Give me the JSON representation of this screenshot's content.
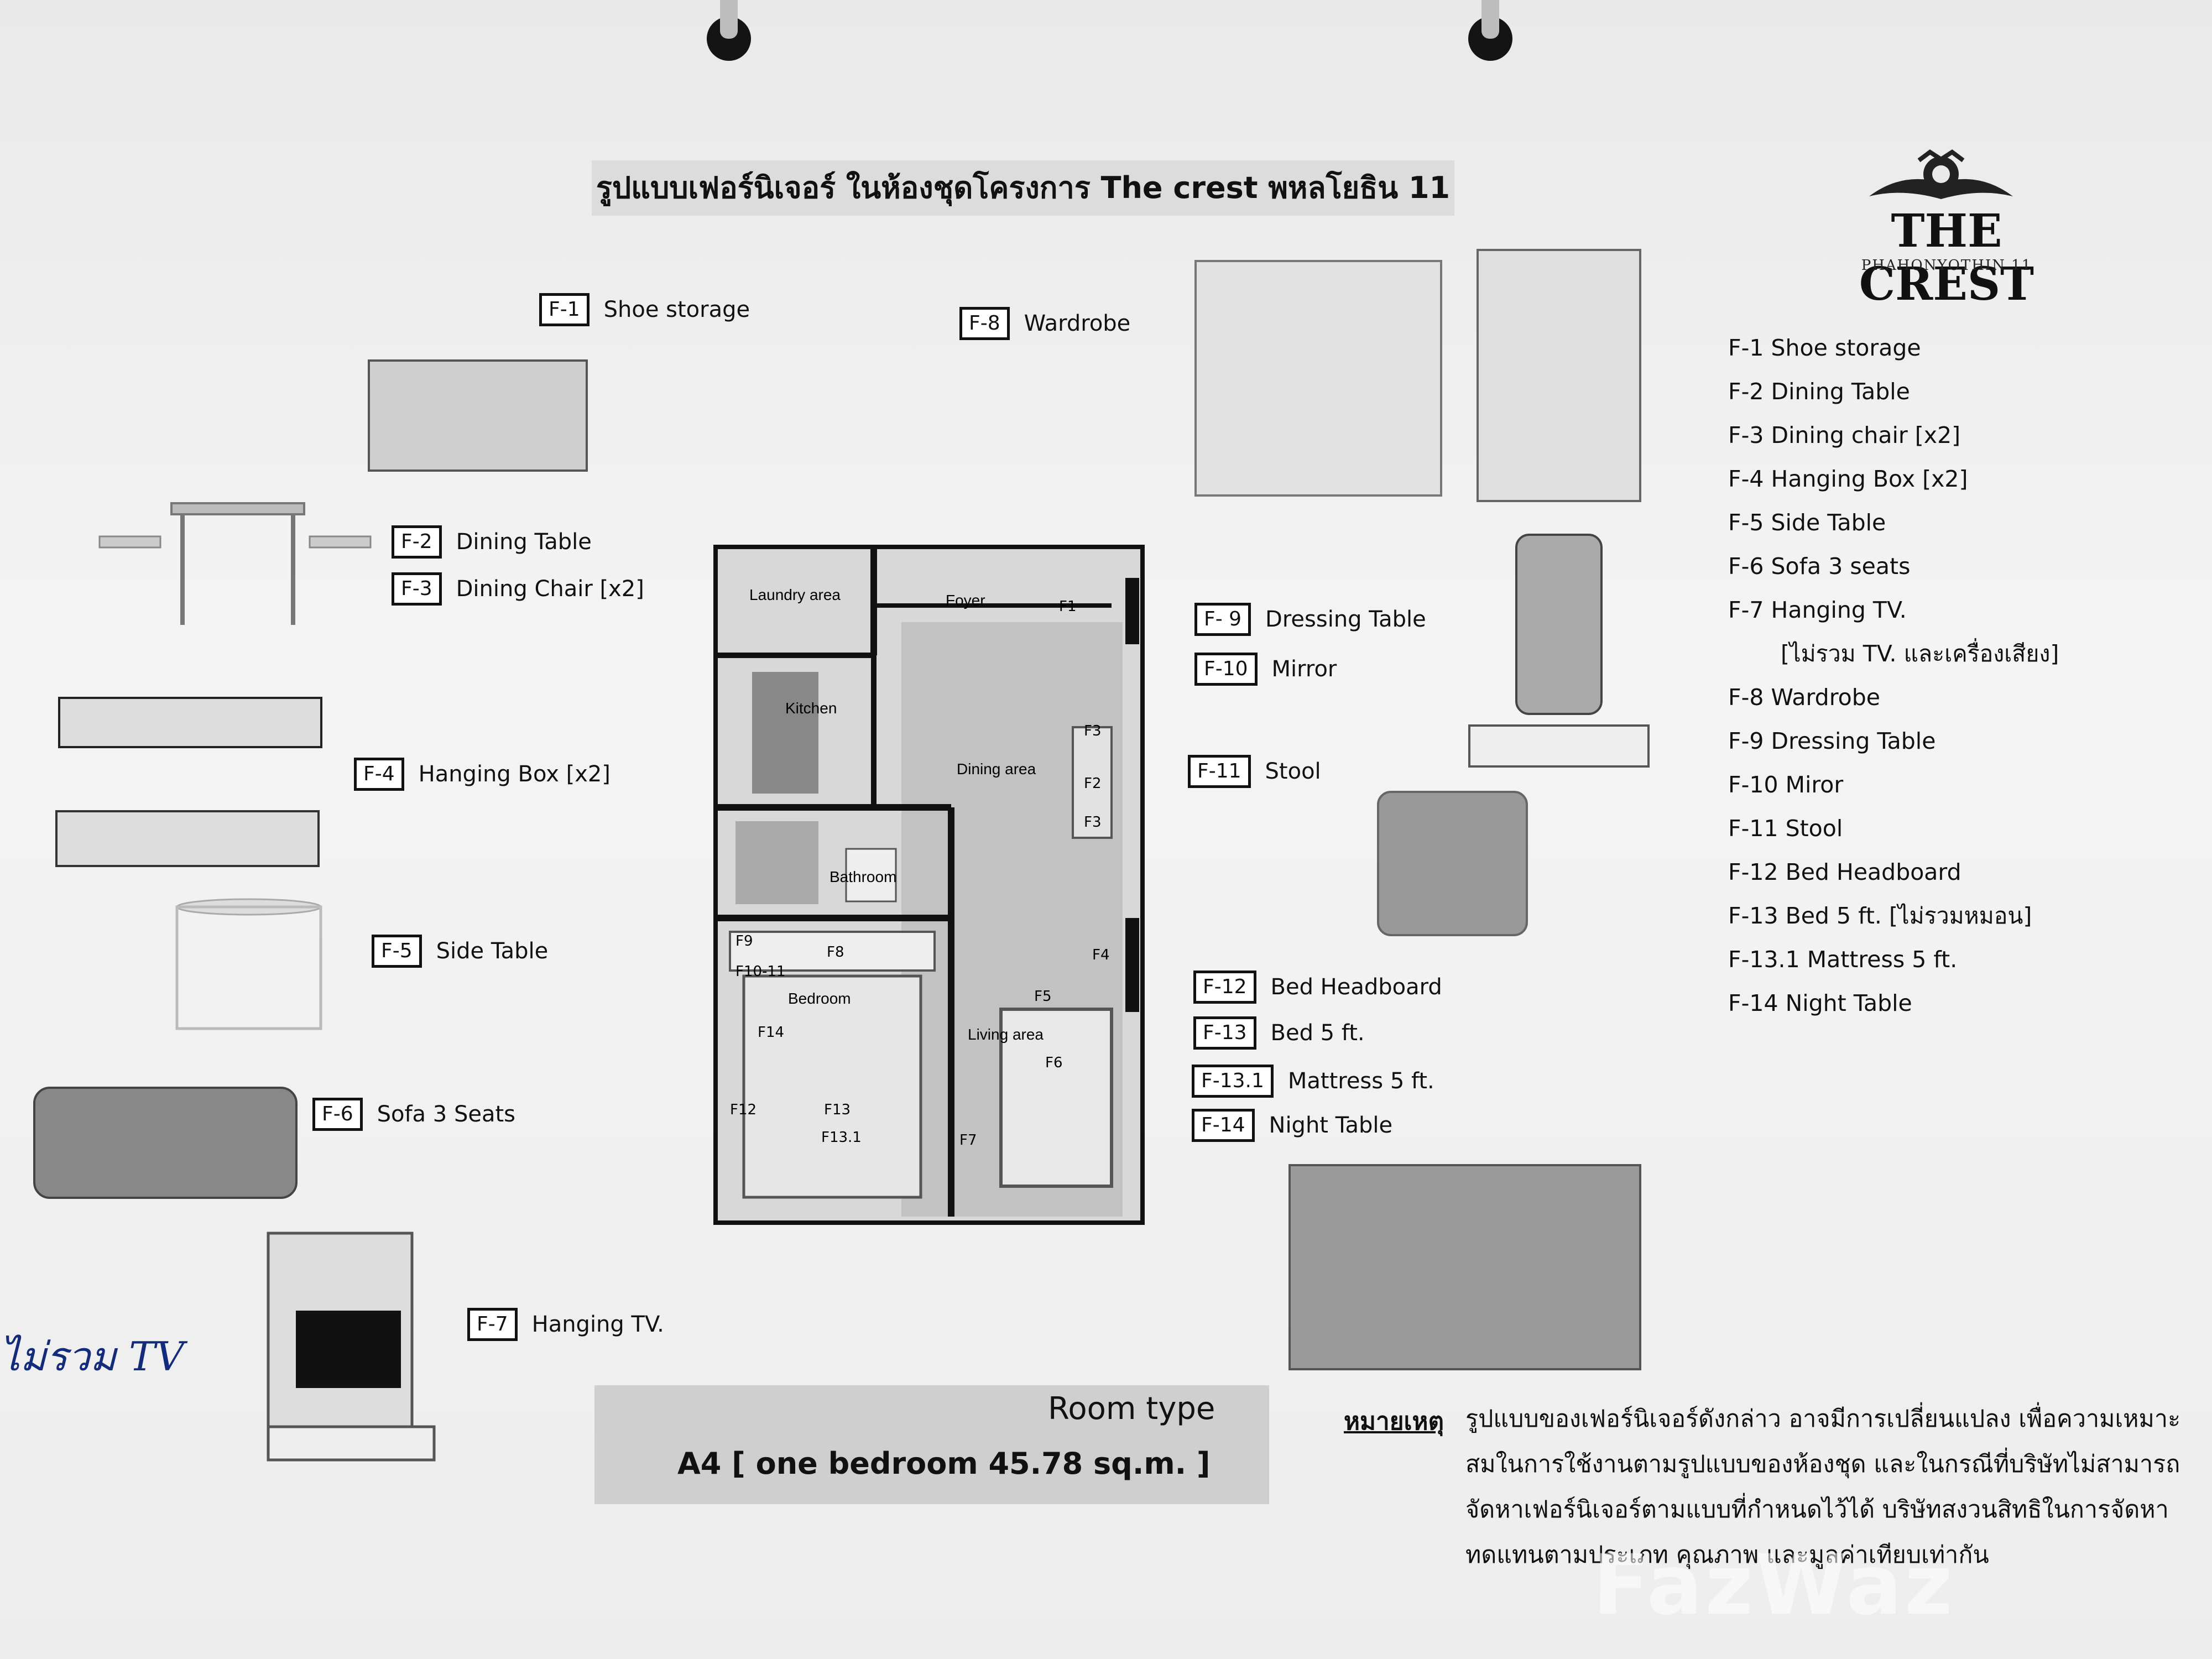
{
  "heading": "รูปแบบเฟอร์นิเจอร์ ในห้องชุดโครงการ The crest พหลโยธิน 11",
  "brand": {
    "name": "THE CREST",
    "sub": "PHAHONYOTHIN 11"
  },
  "items": [
    {
      "code": "F-1",
      "name": "Shoe storage"
    },
    {
      "code": "F-8",
      "name": "Wardrobe"
    },
    {
      "code": "F-2",
      "name": "Dining Table"
    },
    {
      "code": "F-3",
      "name": "Dining Chair [x2]"
    },
    {
      "code": "F-4",
      "name": "Hanging Box [x2]"
    },
    {
      "code": "F-5",
      "name": "Side Table"
    },
    {
      "code": "F-6",
      "name": "Sofa 3 Seats"
    },
    {
      "code": "F-7",
      "name": "Hanging TV."
    },
    {
      "code": "F- 9",
      "name": "Dressing Table"
    },
    {
      "code": "F-10",
      "name": "Mirror"
    },
    {
      "code": "F-11",
      "name": "Stool"
    },
    {
      "code": "F-12",
      "name": "Bed Headboard"
    },
    {
      "code": "F-13",
      "name": "Bed 5 ft."
    },
    {
      "code": "F-13.1",
      "name": "Mattress 5 ft."
    },
    {
      "code": "F-14",
      "name": "Night Table"
    }
  ],
  "list": [
    "F-1  Shoe storage",
    "F-2  Dining Table",
    "F-3  Dining chair [x2]",
    "F-4  Hanging Box [x2]",
    "F-5  Side Table",
    "F-6  Sofa 3 seats",
    "F-7  Hanging TV.",
    "[ไม่รวม TV. และเครื่องเสียง]",
    "F-8  Wardrobe",
    "F-9  Dressing Table",
    "F-10 Miror",
    "F-11 Stool",
    "F-12 Bed Headboard",
    "F-13 Bed 5 ft. [ไม่รวมหมอน]",
    "F-13.1 Mattress 5 ft.",
    "F-14 Night Table"
  ],
  "plan": {
    "rooms": {
      "laundry": "Laundry area",
      "foyer": "Foyer",
      "kitchen": "Kitchen",
      "dining": "Dining area",
      "bathroom": "Bathroom",
      "bedroom": "Bedroom",
      "living": "Living area"
    },
    "tags": {
      "f1": "F1",
      "f2": "F2",
      "f3a": "F3",
      "f3b": "F3",
      "f4": "F4",
      "f5": "F5",
      "f6": "F6",
      "f7": "F7",
      "f8": "F8",
      "f9": "F9",
      "f1011": "F10-11",
      "f12": "F12",
      "f13": "F13",
      "f131": "F13.1",
      "f14": "F14"
    }
  },
  "room_type": {
    "label": "Room type",
    "value": "A4 [ one bedroom 45.78 sq.m. ]"
  },
  "note": {
    "head": "หมายเหตุ",
    "text": "รูปแบบของเฟอร์นิเจอร์ดังกล่าว อาจมีการเปลี่ยนแปลง เพื่อความเหมาะสมในการใช้งานตามรูปแบบของห้องชุด และในกรณีที่บริษัทไม่สามารถจัดหาเฟอร์นิเจอร์ตามแบบที่กำหนดไว้ได้ บริษัทสงวนสิทธิในการจัดหาทดแทนตามประเภท คุณภาพ และมูลค่าเทียบเท่ากัน"
  },
  "handwriting": "ไม่รวม TV",
  "watermark": "FazWaz"
}
